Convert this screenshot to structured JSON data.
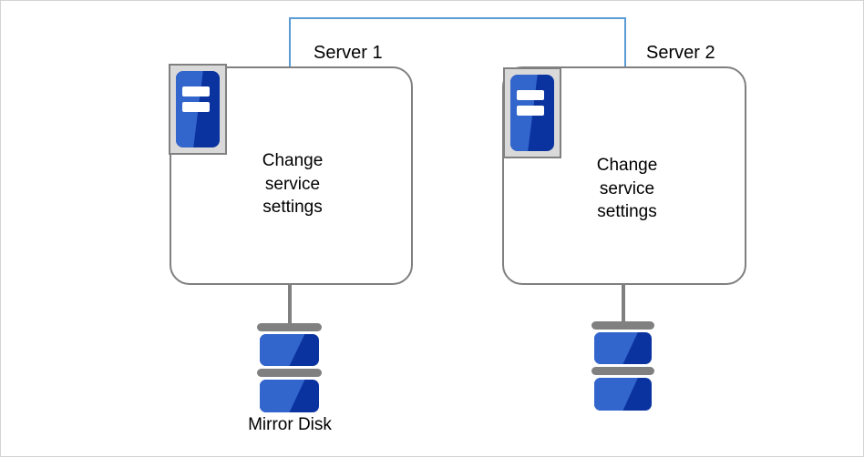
{
  "diagram": {
    "type": "architecture-diagram",
    "background_color": "#ffffff",
    "border_color": "#d4d4d4",
    "connector_color": "#5b9bd5",
    "box_border_color": "#7f7f7f",
    "icon_blue_light": "#3366cc",
    "icon_blue_dark": "#0a33a0",
    "icon_gray": "#808080",
    "nodes": [
      {
        "id": "server-1",
        "title": "Server 1",
        "body_text": "Change\nservice\nsettings",
        "icon": "server-icon",
        "disk": {
          "id": "mirror-disk-1",
          "label": "Mirror Disk",
          "icon": "disk-stack-icon",
          "platters": 2
        }
      },
      {
        "id": "server-2",
        "title": "Server 2",
        "body_text": "Change\nservice\nsettings",
        "icon": "server-icon",
        "disk": {
          "id": "mirror-disk-2",
          "label": "",
          "icon": "disk-stack-icon",
          "platters": 2
        }
      }
    ],
    "links": [
      {
        "id": "interconnect",
        "from": "server-1",
        "to": "server-2",
        "style": "bracket",
        "color": "#5b9bd5"
      },
      {
        "id": "server-1-to-disk",
        "from": "server-1",
        "to": "mirror-disk-1",
        "style": "line",
        "color": "#808080"
      },
      {
        "id": "server-2-to-disk",
        "from": "server-2",
        "to": "mirror-disk-2",
        "style": "line",
        "color": "#808080"
      }
    ]
  }
}
